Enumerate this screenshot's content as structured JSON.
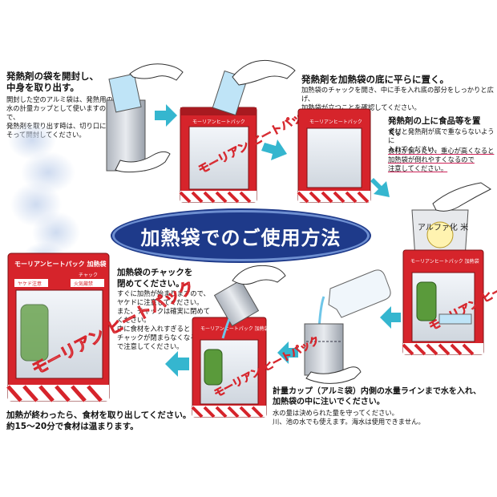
{
  "banner": {
    "title": "加熱袋でのご使用方法"
  },
  "step1": {
    "title": "発熱剤の袋を開封し、\n中身を取り出す。",
    "body": "開封した空のアルミ袋は、発熱用の\n水の計量カップとして使いますので、\n発熱剤を取り出す時は、切り口に\nそって開封してください。"
  },
  "step2": {
    "title": "発熱剤を加熱袋の底に平らに置く。",
    "body": "加熱袋のチャックを開き、中に手を入れ底の部分をしっかりと広げ、\n加熱袋が立つことを確認してください。"
  },
  "step3": {
    "title": "発熱剤の上に食品等を置く。",
    "body": "食材と発熱剤が底で重ならないように\n入れてください。",
    "warning": "食材が偏ったり、重心が高くなると\n加熱袋が倒れやすくなるので\n注意してください。"
  },
  "step4": {
    "title": "計量カップ（アルミ袋）内側の水量ラインまで水を入れ、\n加熱袋の中に注いでください。",
    "body": "水の量は決められた量を守ってください。\n川、池の水でも使えます。海水は使用できません。"
  },
  "step5": {
    "title": "加熱袋のチャックを\n閉めてください。",
    "body": "すぐに加熱が始まりますので、\nヤケドに注意してください。\nまた、チャックは確実に閉めて\nください。\n中に食材を入れすぎると\nチャックが閉まらなくなるの\nで注意してください。"
  },
  "step6": {
    "title": "加熱が終わったら、食材を取り出してください。\n約15～20分で食材は温まります。"
  },
  "bag": {
    "brand": "モーリアンヒートパック",
    "brand_long": "モーリアンヒートパック 加熱袋",
    "brand_short": "モ-リアンヒ-トパック",
    "big_label": "モーリアン ヒートパック",
    "zipper": "チャック",
    "caution_burn": "ヤケド注意",
    "caution_fire": "火気厳禁"
  },
  "food": {
    "label": "アルファ化\n米"
  },
  "colors": {
    "bag_red": "#d6242b",
    "arrow": "#35b6cf",
    "banner": "#1e3a8a",
    "warn_line": "#d0245a"
  },
  "icons": [
    "arrow-right-icon",
    "arrow-down-icon",
    "arrow-left-icon",
    "hand-icon",
    "steam-icon"
  ]
}
